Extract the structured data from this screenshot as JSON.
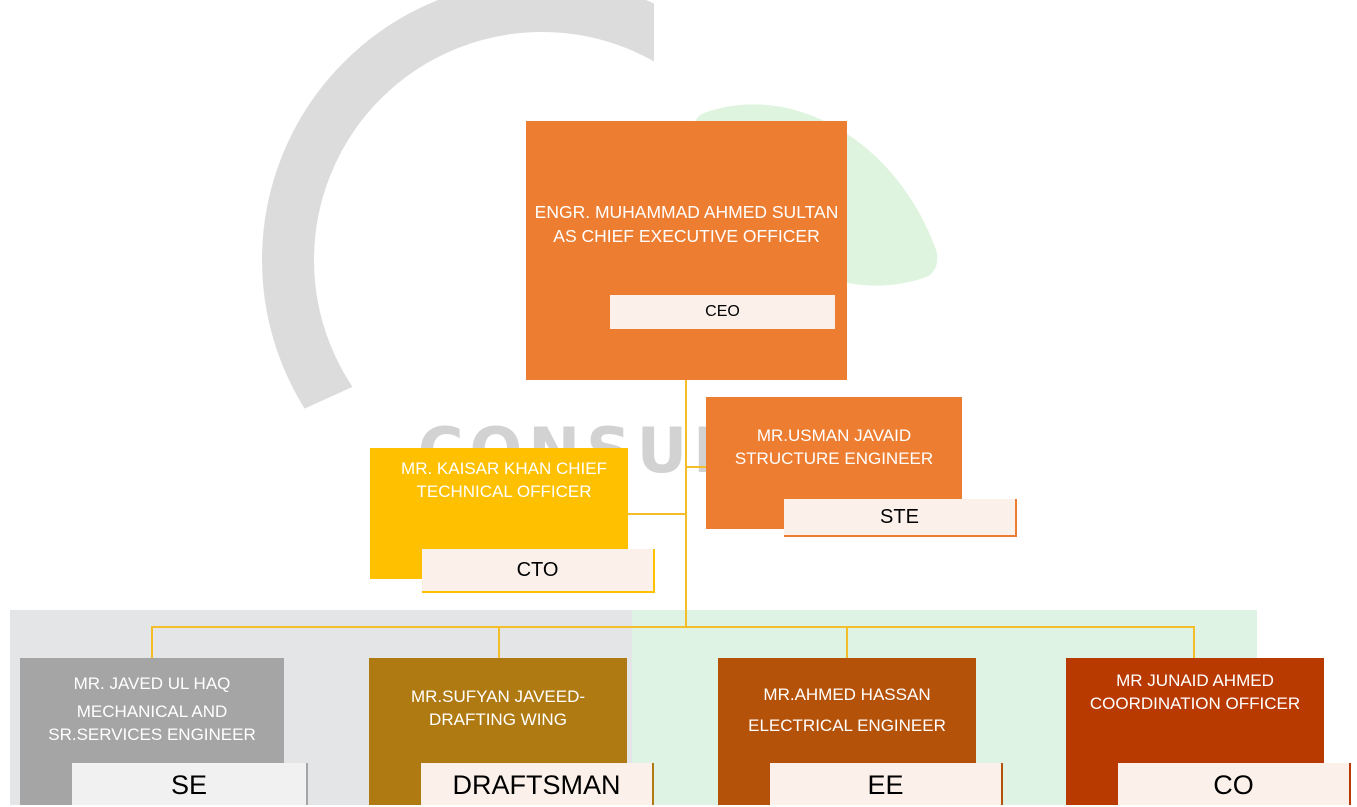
{
  "watermark": {
    "text": "CONSULT"
  },
  "ceo": {
    "name": "ENGR. MUHAMMAD AHMED SULTAN AS CHIEF EXECUTIVE OFFICER",
    "tag": "CEO",
    "color": "#ed7d31"
  },
  "cto": {
    "name": "MR. KAISAR KHAN CHIEF TECHNICAL OFFICER",
    "tag": "CTO",
    "color": "#ffc000"
  },
  "ste": {
    "name": "MR.USMAN JAVAID STRUCTURE ENGINEER",
    "tag": "STE",
    "color": "#ed7d31"
  },
  "se": {
    "line1": "MR. JAVED UL  HAQ",
    "line2": "MECHANICAL AND SR.SERVICES ENGINEER",
    "tag": "SE",
    "color": "#a5a5a5"
  },
  "draftsman": {
    "name": "MR.SUFYAN JAVEED- DRAFTING WING",
    "tag": "DRAFTSMAN",
    "color": "#b07a12"
  },
  "ee": {
    "line1": "MR.AHMED HASSAN",
    "line2": "ELECTRICAL ENGINEER",
    "tag": "EE",
    "color": "#b55209"
  },
  "co": {
    "name": "MR JUNAID AHMED COORDINATION OFFICER",
    "tag": "CO",
    "color": "#b83a00"
  },
  "connector_color": "#f4bd2a"
}
